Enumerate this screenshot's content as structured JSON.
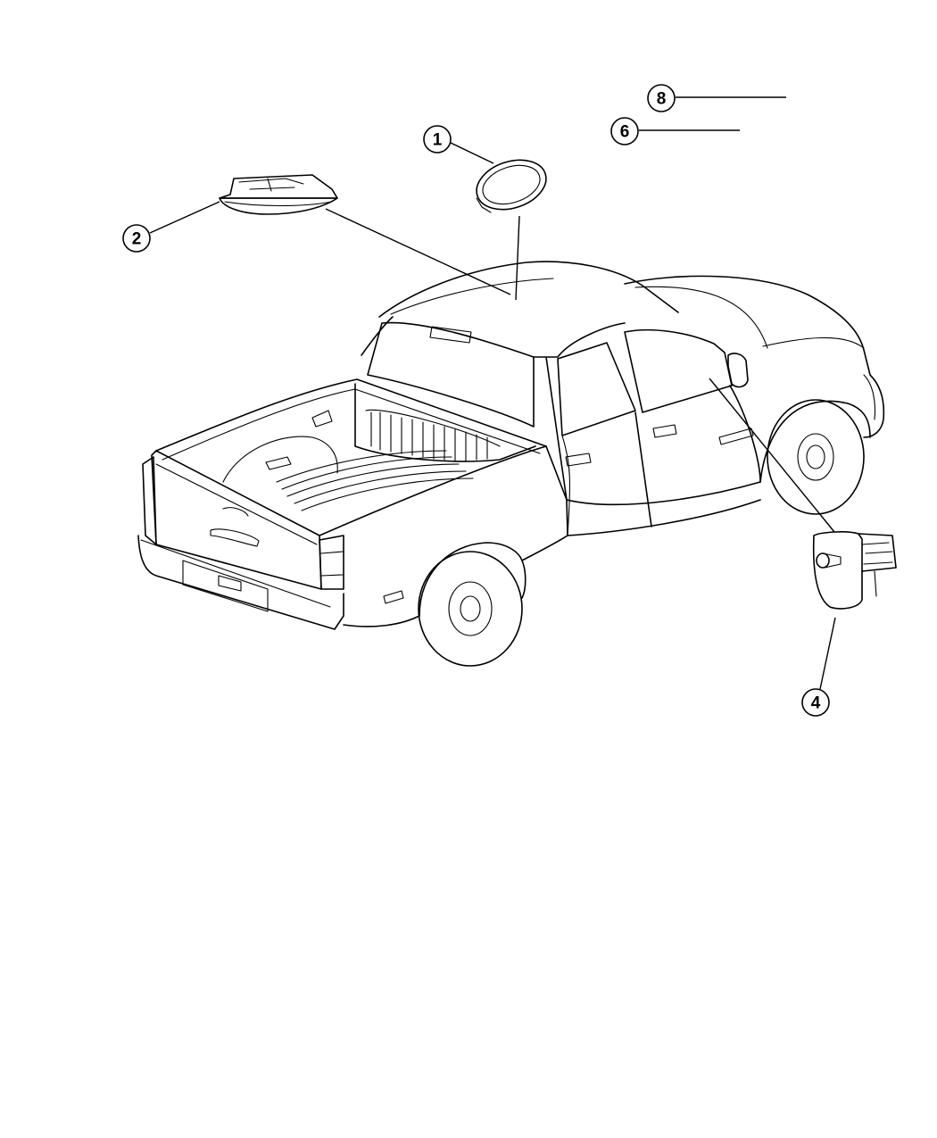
{
  "callouts": [
    {
      "id": "c8",
      "label": "8"
    },
    {
      "id": "c6",
      "label": "6"
    },
    {
      "id": "c1",
      "label": "1"
    },
    {
      "id": "c2",
      "label": "2"
    },
    {
      "id": "c4",
      "label": "4"
    }
  ]
}
